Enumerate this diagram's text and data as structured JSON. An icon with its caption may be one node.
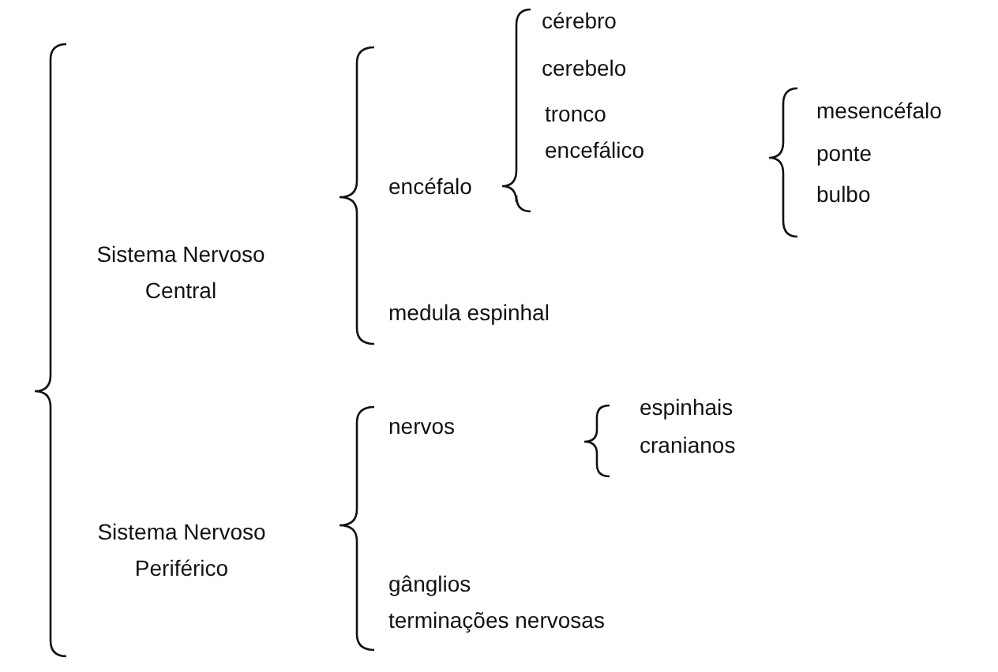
{
  "diagram": {
    "labels": [
      "Sistema Nervoso Central",
      "encéfalo",
      "cérebro",
      "cerebelo",
      "tronco encefálico",
      "mesencéfalo",
      "ponte",
      "bulbo",
      "medula espinhal",
      "Sistema Nervoso Periférico",
      "nervos",
      "espinhais",
      "cranianos",
      "gânglios",
      "terminações nervosas"
    ]
  }
}
